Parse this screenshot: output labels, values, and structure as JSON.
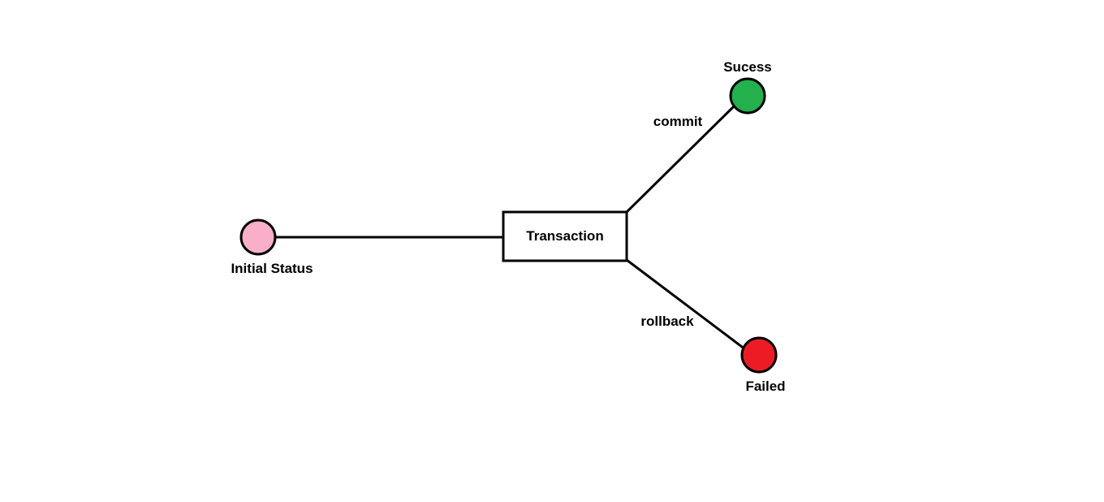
{
  "nodes": {
    "initial": {
      "label": "Initial Status",
      "color": "#f9aec9"
    },
    "transaction": {
      "label": "Transaction"
    },
    "success": {
      "label": "Sucess",
      "color": "#22b14c"
    },
    "failed": {
      "label": "Failed",
      "color": "#ed1c24"
    }
  },
  "edges": {
    "commit": {
      "label": "commit"
    },
    "rollback": {
      "label": "rollback"
    }
  }
}
